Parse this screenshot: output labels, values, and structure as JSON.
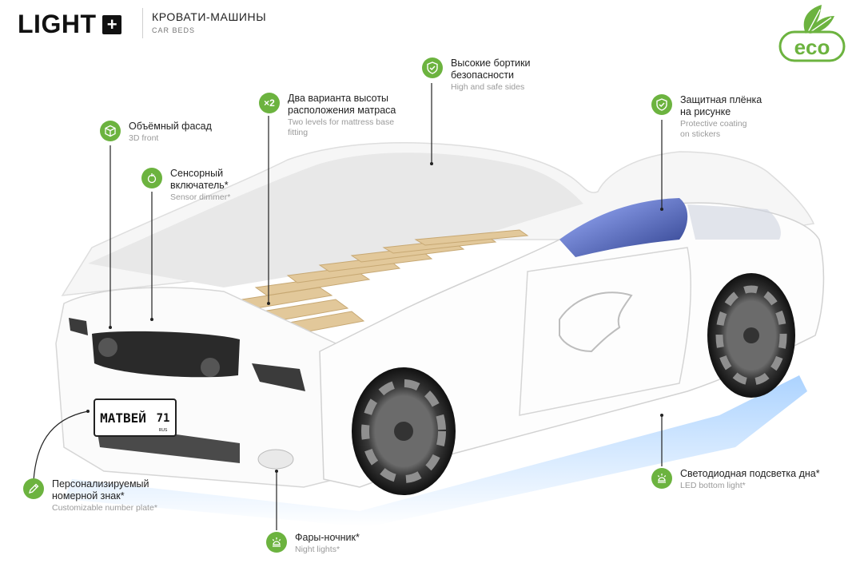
{
  "brand": {
    "name": "LIGHT",
    "plus": "+"
  },
  "category": {
    "ru": "КРОВАТИ-МАШИНЫ",
    "en": "CAR BEDS"
  },
  "eco_logo": {
    "text": "eco",
    "color": "#6cb33f"
  },
  "accent_color": "#6cb33f",
  "features": {
    "high_sides": {
      "ru": "Высокие бортики\nбезопасности",
      "en": "High and safe sides",
      "icon": "shield-check-icon"
    },
    "mattress_levels": {
      "ru": "Два варианта высоты\nрасположения матраса",
      "en": "Two levels for mattress base\nfitting",
      "icon": "x2-icon",
      "icon_text": "×2"
    },
    "front_3d": {
      "ru": "Объёмный фасад",
      "en": "3D front",
      "icon": "cube-icon"
    },
    "protective_coating": {
      "ru": "Защитная плёнка\nна рисунке",
      "en": "Protective coating\non stickers",
      "icon": "shield-check-icon"
    },
    "sensor_dimmer": {
      "ru": "Сенсорный\nвключатель*",
      "en": "Sensor dimmer*",
      "icon": "touch-icon"
    },
    "number_plate": {
      "ru": "Персонализируемый\nномерной знак*",
      "en": "Customizable number plate*",
      "icon": "pencil-icon"
    },
    "night_lights": {
      "ru": "Фары-ночник*",
      "en": "Night lights*",
      "icon": "lamp-icon"
    },
    "led_light": {
      "ru": "Светодиодная подсветка дна*",
      "en": "LED bottom light*",
      "icon": "lamp-icon"
    }
  },
  "plate": {
    "name": "МАТВЕЙ",
    "region": "71",
    "country": "RUS"
  }
}
